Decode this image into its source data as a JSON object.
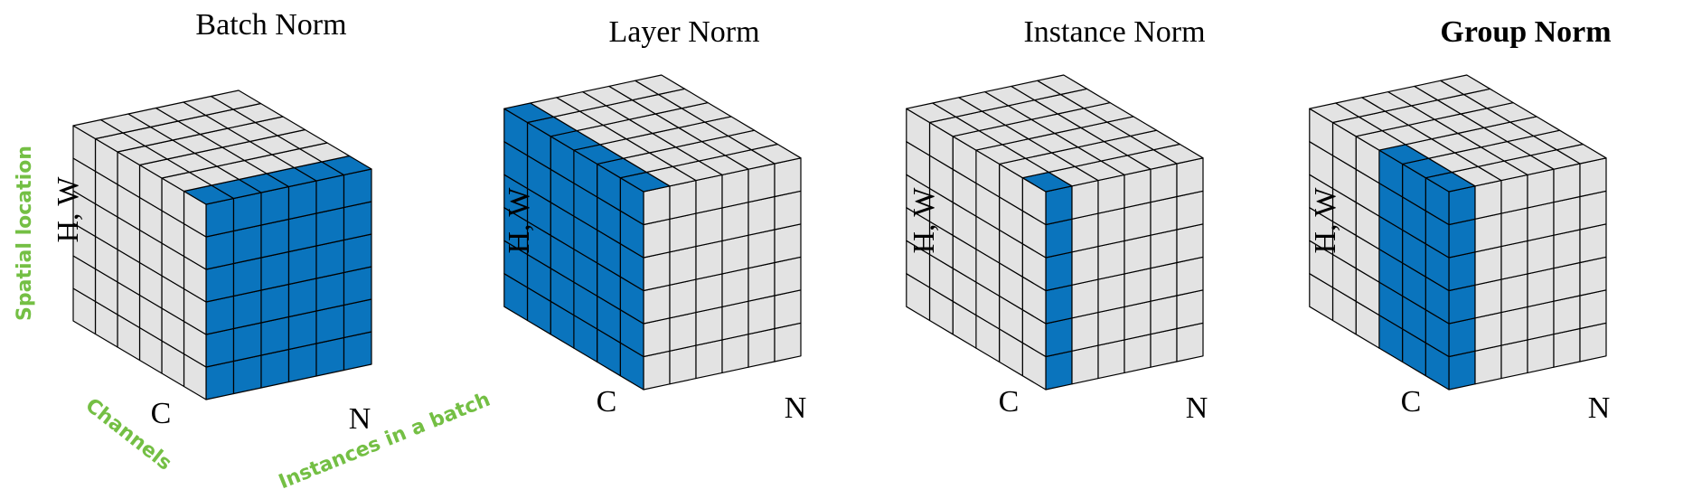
{
  "colors": {
    "highlight": "#0a74bd",
    "cell": "#e3e3e3",
    "grid_line": "#000000",
    "annotation": "#74bf44"
  },
  "grid_size": {
    "columns": 6,
    "rows": 6,
    "depth": 6
  },
  "panels": [
    {
      "title": "Batch Norm",
      "title_bold": false,
      "label_hw": "H, W",
      "label_c": "C",
      "label_n": "N",
      "highlight": {
        "front_columns": [
          0,
          5
        ],
        "side_columns": [],
        "side_depth_layers": []
      }
    },
    {
      "title": "Layer Norm",
      "title_bold": false,
      "label_hw": "H, W",
      "label_c": "C",
      "label_n": "N",
      "highlight": {
        "front_columns": [],
        "side_columns": [
          0,
          5
        ],
        "top_columns": [
          0,
          5
        ]
      }
    },
    {
      "title": "Instance Norm",
      "title_bold": false,
      "label_hw": "H, W",
      "label_c": "C",
      "label_n": "N",
      "highlight": {
        "front_columns": [
          0,
          0
        ],
        "side_columns": [],
        "side_depth_layers": []
      }
    },
    {
      "title": "Group Norm",
      "title_bold": true,
      "label_hw": "H, W",
      "label_c": "C",
      "label_n": "N",
      "highlight": {
        "front_columns": [
          0,
          0
        ],
        "side_columns": [],
        "side_depth_layers": []
      }
    }
  ],
  "annotations": {
    "spatial": "Spatial location",
    "channels": "Channels",
    "instances": "Instances in a batch"
  }
}
